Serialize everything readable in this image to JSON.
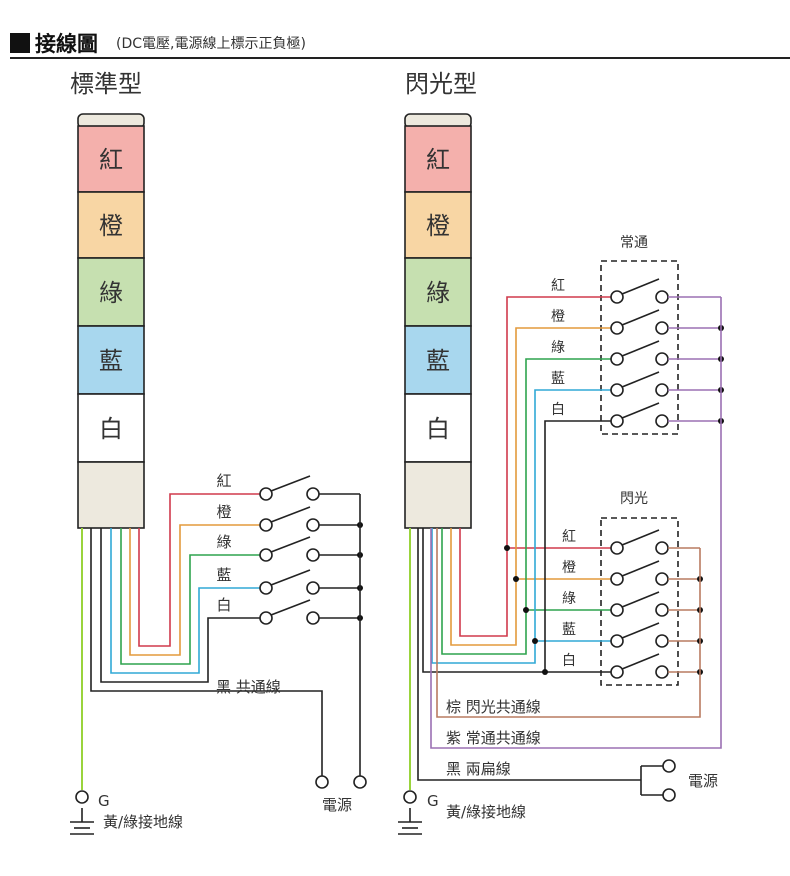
{
  "header": {
    "title": "接線圖",
    "subtitle": "(DC電壓,電源線上標示正負極)"
  },
  "colors": {
    "red_lamp": "#f4b0ac",
    "orange_lamp": "#f8d6a4",
    "green_lamp": "#c6e0b0",
    "blue_lamp": "#a8d7ee",
    "white_lamp": "#ffffff",
    "base": "#ede9de",
    "cap": "#ede9de",
    "wire_red": "#d03a4c",
    "wire_orange": "#e39a3c",
    "wire_green": "#2fa44e",
    "wire_blue": "#30a9d6",
    "wire_black": "#222222",
    "wire_yellowgreen": "#9ad43c",
    "wire_purple": "#9b70b3",
    "wire_brown": "#b97b60"
  },
  "standard": {
    "title": "標準型",
    "lamps": [
      "紅",
      "橙",
      "綠",
      "藍",
      "白"
    ],
    "switch_labels": [
      "紅",
      "橙",
      "綠",
      "藍",
      "白"
    ],
    "common_label": "黑 共通線",
    "power_label": "電源",
    "ground_terminal": "G",
    "ground_label": "黃/綠接地線"
  },
  "flash": {
    "title": "閃光型",
    "lamps": [
      "紅",
      "橙",
      "綠",
      "藍",
      "白"
    ],
    "steady_group_label": "常通",
    "flash_group_label": "閃光",
    "steady_switch_labels": [
      "紅",
      "橙",
      "綠",
      "藍",
      "白"
    ],
    "flash_switch_labels": [
      "紅",
      "橙",
      "綠",
      "藍",
      "白"
    ],
    "brown_label": "棕 閃光共通線",
    "purple_label": "紫 常通共通線",
    "black_label": "黑 兩扁線",
    "power_label": "電源",
    "ground_terminal": "G",
    "ground_label": "黃/綠接地線"
  }
}
